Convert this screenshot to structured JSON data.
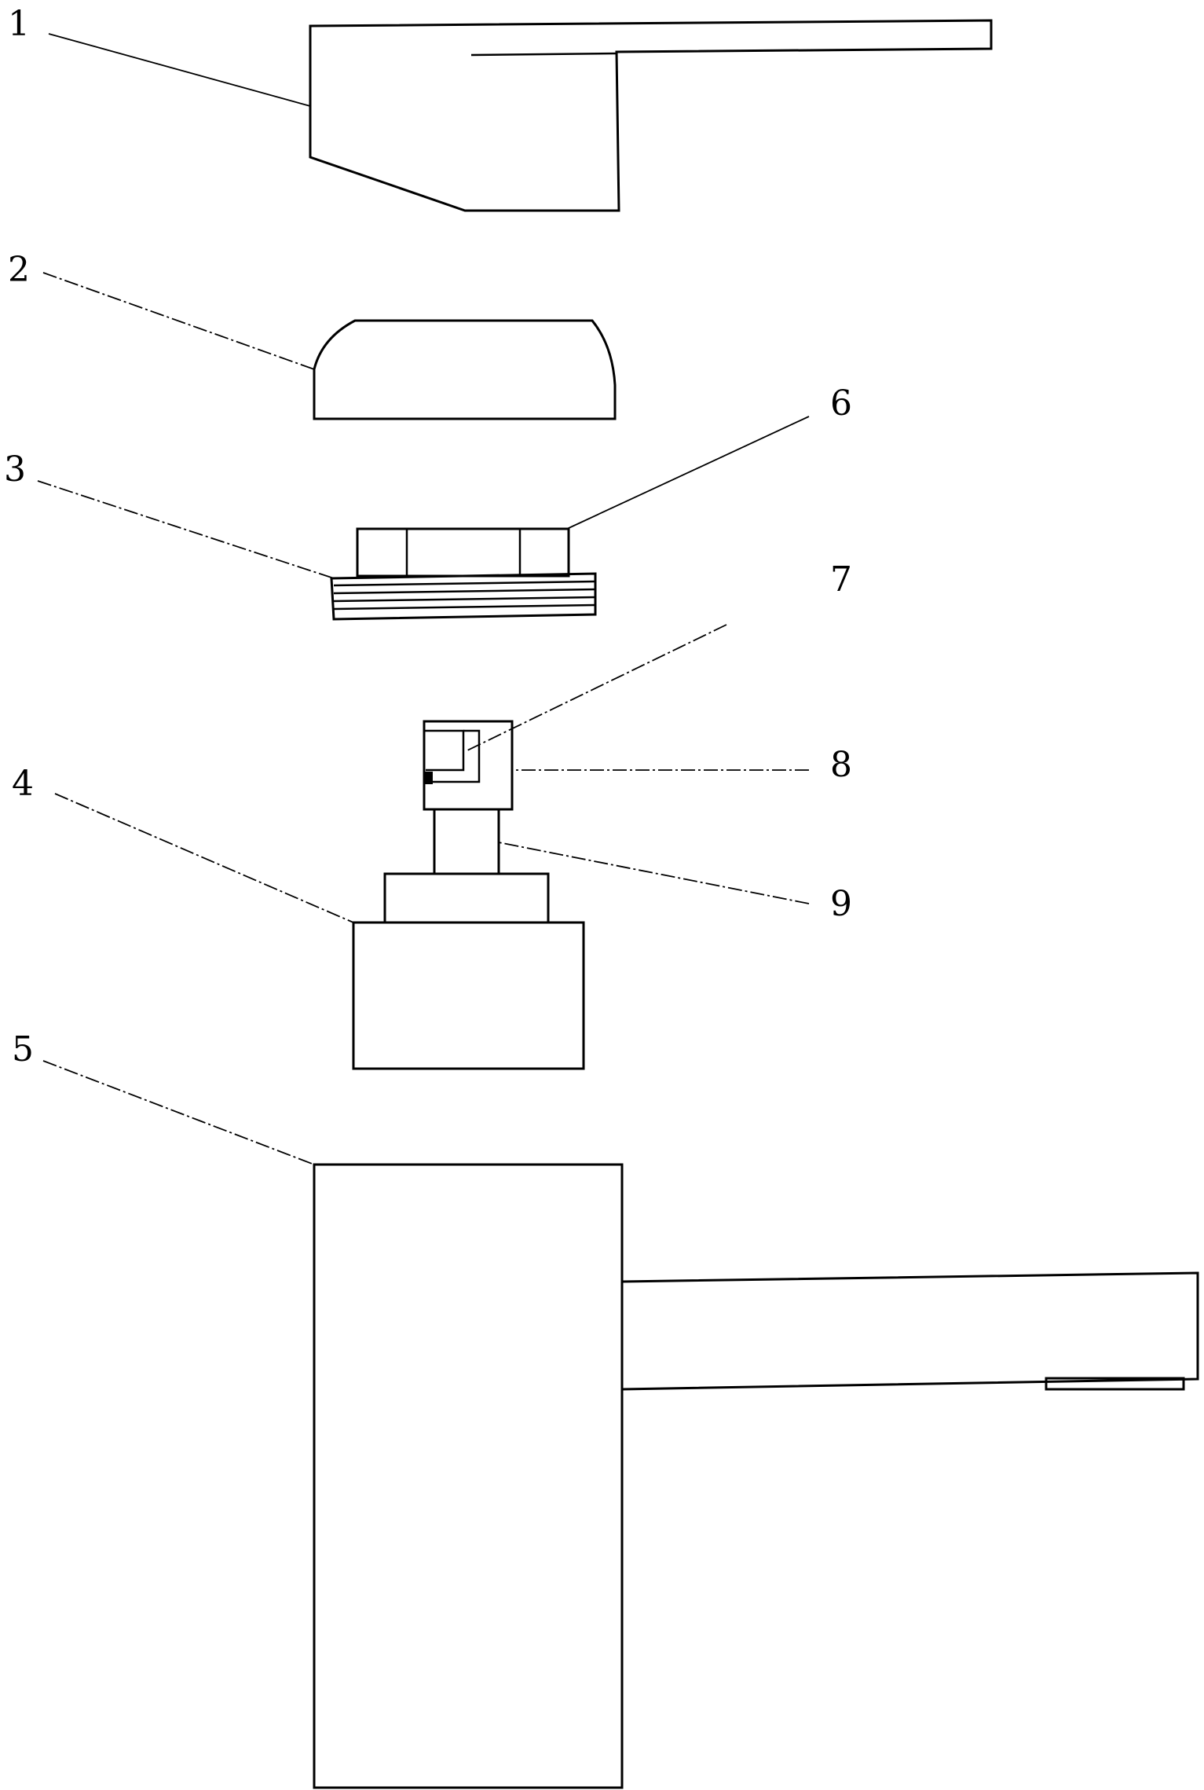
{
  "labels": {
    "n1": "1",
    "n2": "2",
    "n3": "3",
    "n4": "4",
    "n5": "5",
    "n6": "6",
    "n7": "7",
    "n8": "8",
    "n9": "9"
  },
  "colors": {
    "line": "#000000",
    "background": "#ffffff"
  }
}
